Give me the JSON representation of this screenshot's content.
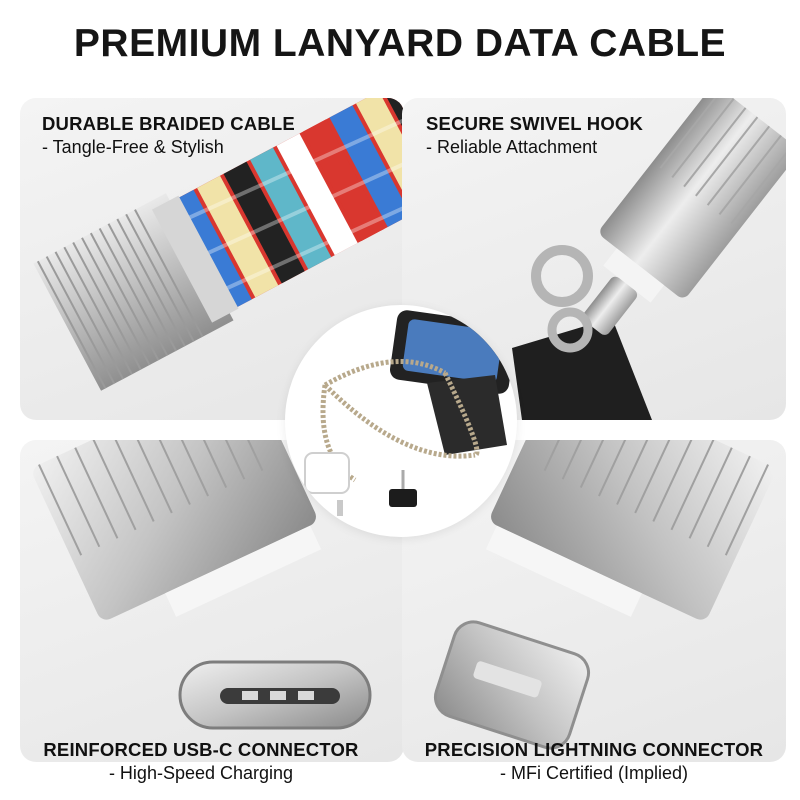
{
  "title": "PREMIUM LANYARD DATA CABLE",
  "panels": [
    {
      "heading": "DURABLE BRAIDED CABLE",
      "sub": "- Tangle-Free & Stylish"
    },
    {
      "heading": "SECURE SWIVEL HOOK",
      "sub": "- Reliable Attachment"
    },
    {
      "heading": "REINFORCED USB-C CONNECTOR",
      "sub": "- High-Speed Charging"
    },
    {
      "heading": "PRECISION LIGHTNING CONNECTOR",
      "sub": "- MFi Certified (Implied)"
    }
  ],
  "colors": {
    "braid": [
      "#d9372f",
      "#3a7bd5",
      "#f1e3a8",
      "#222222",
      "#5fb7c9",
      "#ffffff"
    ],
    "metal": "#c9c9c9",
    "text": "#111111"
  }
}
